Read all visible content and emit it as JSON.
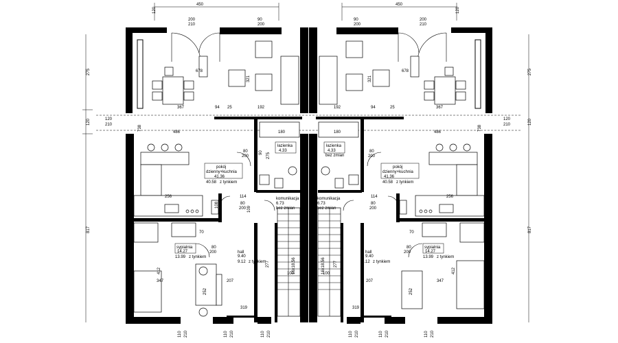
{
  "top_dims": {
    "a": "120",
    "b": "450",
    "c": "200",
    "d": "210",
    "e": "90",
    "f": "200",
    "g": "450"
  },
  "side_dims": {
    "t275": "275",
    "t120": "120",
    "t210": "210",
    "t817": "817"
  },
  "left_unit": {
    "living_width": "678",
    "sofa_depth": "321",
    "d367": "367",
    "d25": "25",
    "d94": "94",
    "d192": "192",
    "d486": "486",
    "d180": "180",
    "d738": "738",
    "bath_name": "łazienka",
    "bath_area": "4.33",
    "door_w": "80",
    "door_h": "200",
    "d275": "275",
    "d90": "90",
    "room_name": "pokój",
    "room_name2": "dzienny+kuchnia",
    "room_area": "41.36",
    "room_area2": "40.58",
    "room_area2_note": "z tynkiem",
    "d256": "256",
    "d114": "114",
    "d108": "108",
    "d109": "109",
    "hall2_name": "komunikacja",
    "hall2_area": "6.73",
    "hall2_note": "bez zmian",
    "d70": "70",
    "bed_name": "sypialnia",
    "bed_area": "14.27",
    "bed_area2": "13.99",
    "bed_note": "z tynkiem",
    "hall_name": "hall",
    "hall_area": "9.40",
    "hall_area2": "9.12",
    "hall_note": "z tynkiem",
    "d412": "412",
    "d347": "347",
    "d207": "207",
    "d319": "319",
    "d252": "252",
    "d100": "100",
    "d277": "277",
    "d16": "16x18.56",
    "bottom_a": "110",
    "bottom_b": "210"
  },
  "right_unit": {
    "bath_name": "łazienka",
    "bath_area": "4.33",
    "bath_note": "bez zmian",
    "room_name": "pokój",
    "room_name2": "dzienny+kuchnia",
    "room_area": "41.36",
    "room_area2": "40.58",
    "room_area2_note": "z tynkiem",
    "hall2_name": "komunikacja",
    "hall2_area": "6.73",
    "hall2_note": "bez zmian",
    "hall_name": "hall",
    "hall_area": "9.40",
    "hall_area2": "9.12",
    "hall_note": "z tynkiem",
    "bed_name": "sypialnia",
    "bed_area": "14.27",
    "bed_area2": "13.99",
    "bed_note": "z tynkiem"
  }
}
